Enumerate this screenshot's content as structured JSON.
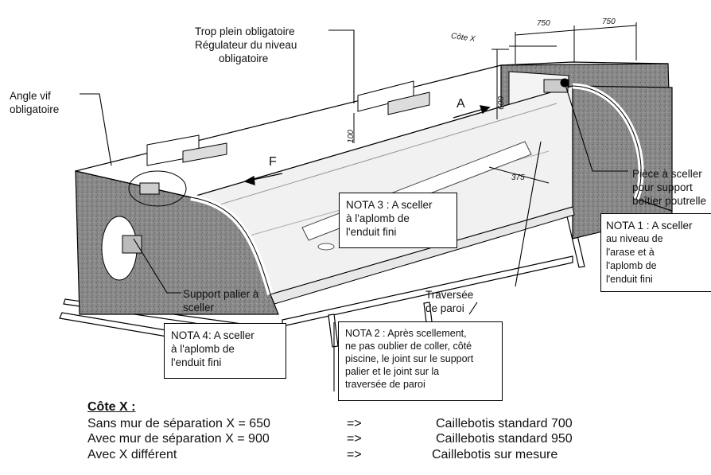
{
  "labels": {
    "trop_plein": [
      "Trop plein obligatoire",
      "Régulateur du niveau",
      "obligatoire"
    ],
    "angle_vif": [
      "Angle vif",
      "obligatoire"
    ],
    "piece_sceller": [
      "Pièce à sceller",
      "pour support",
      "boîtier poutrelle"
    ],
    "support_palier": [
      "Support palier à",
      "sceller"
    ],
    "traversee": [
      "Traversée",
      "de paroi"
    ],
    "arrow_a": "A",
    "arrow_f": "F"
  },
  "dimensions": {
    "cote_x_marker": "Côte X",
    "d750_left": "750",
    "d750_right": "750",
    "d100": "100",
    "d600": "600",
    "d375": "375"
  },
  "notes": {
    "nota1": [
      "NOTA 1 : A sceller",
      "au niveau de",
      "l'arase et à",
      "l'aplomb de",
      "l'enduit fini"
    ],
    "nota2": [
      "NOTA 2 : Après scellement,",
      "ne pas oublier de coller, côté",
      "piscine, le joint sur le support",
      "palier et le joint sur la",
      "traversée de paroi"
    ],
    "nota3": [
      "NOTA 3 : A sceller",
      "à l'aplomb de",
      "l'enduit fini"
    ],
    "nota4": [
      "NOTA 4: A sceller",
      "à l'aplomb de",
      "l'enduit fini"
    ]
  },
  "cote_x": {
    "title": "Côte X :",
    "rows": [
      {
        "condition": "Sans mur de séparation X = 650",
        "arrow": "=>",
        "result": "Caillebotis standard 700"
      },
      {
        "condition": "Avec mur de séparation X = 900",
        "arrow": "=>",
        "result": "Caillebotis standard 950"
      },
      {
        "condition": "Avec X différent",
        "arrow": "=>",
        "result": "Caillebotis sur mesure"
      }
    ]
  },
  "colors": {
    "concrete": "#7d7d7d",
    "line": "#000000",
    "light": "#f2f2f2"
  }
}
